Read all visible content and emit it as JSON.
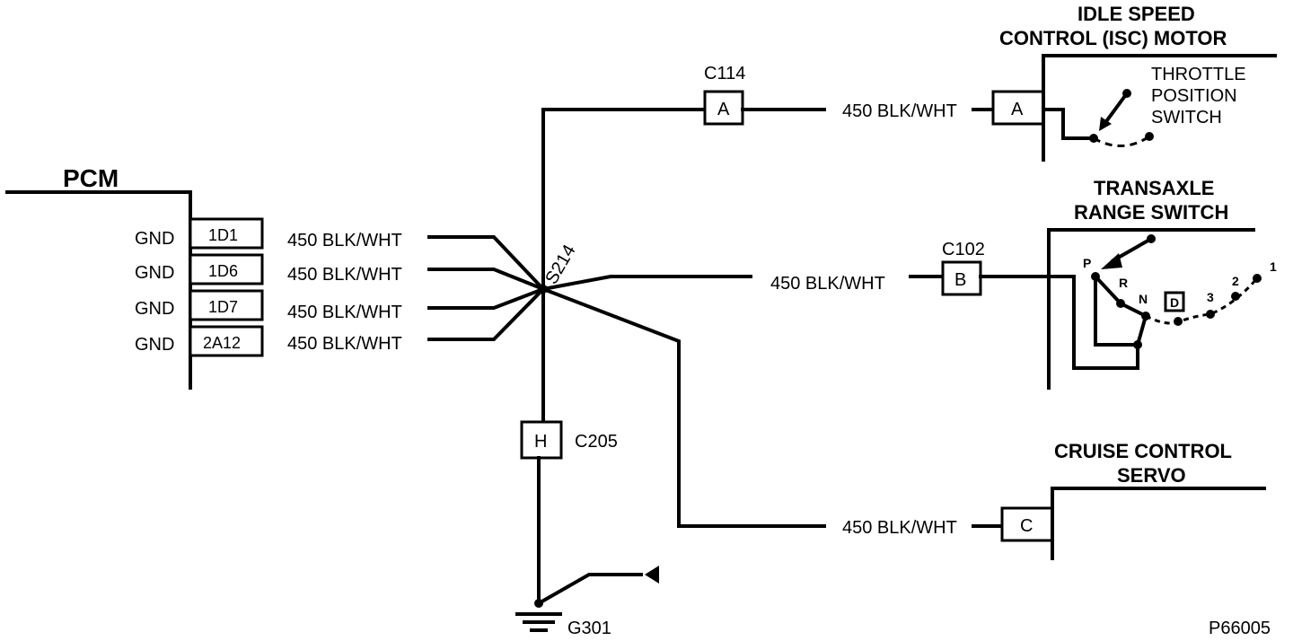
{
  "pcm": {
    "title": "PCM",
    "pins": [
      {
        "gnd": "GND",
        "pin": "1D1",
        "wire": "450 BLK/WHT"
      },
      {
        "gnd": "GND",
        "pin": "1D6",
        "wire": "450 BLK/WHT"
      },
      {
        "gnd": "GND",
        "pin": "1D7",
        "wire": "450 BLK/WHT"
      },
      {
        "gnd": "GND",
        "pin": "2A12",
        "wire": "450 BLK/WHT"
      }
    ]
  },
  "splice": "S214",
  "isc": {
    "title_line1": "IDLE SPEED",
    "title_line2": "CONTROL (ISC) MOTOR",
    "connector": "C114",
    "conn_pin": "A",
    "wire": "450 BLK/WHT",
    "device_pin": "A",
    "switch_line1": "THROTTLE",
    "switch_line2": "POSITION",
    "switch_line3": "SWITCH"
  },
  "trs": {
    "title_line1": "TRANSAXLE",
    "title_line2": "RANGE SWITCH",
    "connector": "C102",
    "conn_pin": "B",
    "wire": "450 BLK/WHT",
    "positions": [
      "P",
      "R",
      "N",
      "D",
      "3",
      "2",
      "1"
    ]
  },
  "ground": {
    "connector": "C205",
    "conn_pin": "H",
    "ground_id": "G301"
  },
  "cruise": {
    "title_line1": "CRUISE CONTROL",
    "title_line2": "SERVO",
    "wire": "450 BLK/WHT",
    "device_pin": "C"
  },
  "figure_id": "P66005"
}
